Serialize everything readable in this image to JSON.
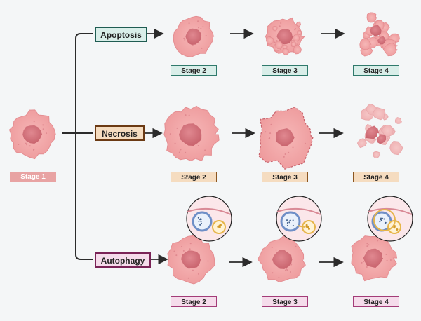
{
  "stage1_label": "Stage 1",
  "pathways": [
    {
      "name": "Apoptosis",
      "box_fill": "#d9eee9",
      "box_border": "#1f5c52",
      "label_fill": "#d9eee9",
      "label_border": "#2f7a6c",
      "stages": [
        "Stage 2",
        "Stage 3",
        "Stage 4"
      ]
    },
    {
      "name": "Necrosis",
      "box_fill": "#f5dcc0",
      "box_border": "#6b3a14",
      "label_fill": "#f5dcc0",
      "label_border": "#8a5520",
      "stages": [
        "Stage 2",
        "Stage 3",
        "Stage 4"
      ]
    },
    {
      "name": "Autophagy",
      "box_fill": "#f5dceb",
      "box_border": "#7a2357",
      "label_fill": "#f5dceb",
      "label_border": "#a33c78",
      "stages": [
        "Stage 2",
        "Stage 3",
        "Stage 4"
      ]
    }
  ],
  "colors": {
    "cell_fill": "#f0a6a6",
    "cell_edge": "#e48e92",
    "nucleus": "#d9787f",
    "stage1_label_fill": "#e8a3a3",
    "connector": "#2b2b2b"
  }
}
